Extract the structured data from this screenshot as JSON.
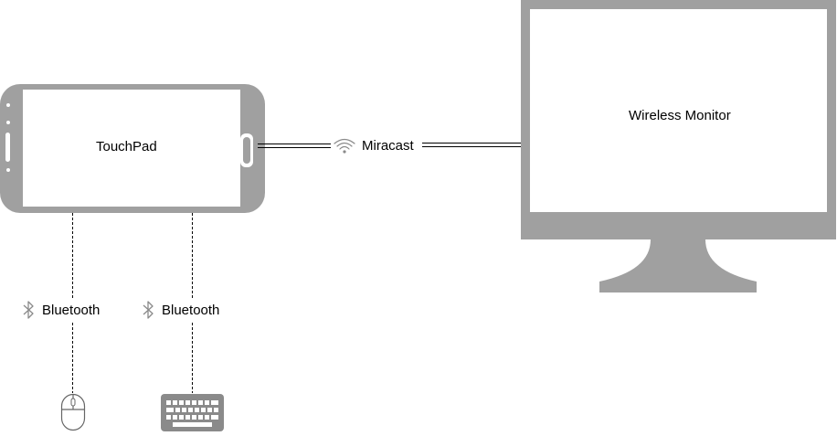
{
  "touchpad": {
    "label": "TouchPad"
  },
  "monitor": {
    "label": "Wireless Monitor"
  },
  "connection": {
    "label": "Miracast",
    "icon": "wifi-icon"
  },
  "links": [
    {
      "label": "Bluetooth",
      "icon": "bluetooth-icon"
    },
    {
      "label": "Bluetooth",
      "icon": "bluetooth-icon"
    }
  ],
  "peripherals": [
    {
      "icon": "mouse-icon"
    },
    {
      "icon": "keyboard-icon"
    }
  ],
  "colors": {
    "device": "#a0a0a0",
    "screen": "#ffffff",
    "line": "#000000",
    "icon": "#8a8a8a"
  }
}
